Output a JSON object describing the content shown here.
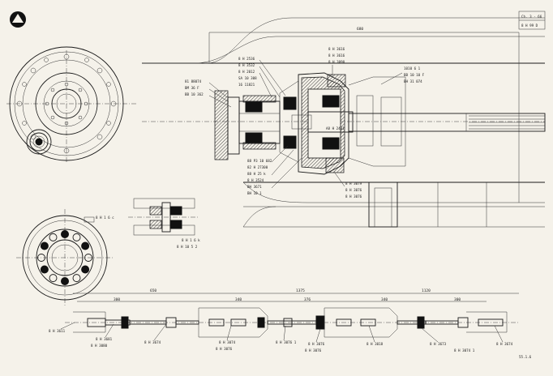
{
  "title_block": {
    "line1": "Ch. 3 · 66",
    "line2": "8 H 99 D"
  },
  "sheet_number": "55.1.6",
  "dimensions": {
    "overall_width": "680",
    "shaft_total": "1375",
    "shaft_a": "650",
    "shaft_b": "376",
    "shaft_c": "1120",
    "seg_1": "300",
    "seg_2": "340",
    "seg_3": "340",
    "seg_4": "300"
  },
  "callouts": {
    "left_upper": [
      "81 88074",
      "BM 36 F",
      "ВВ 10 362"
    ],
    "mid_upper": [
      "8 H 2536",
      "8 H 3532",
      "8 H 2012",
      "SA 10 308",
      "16 11821"
    ],
    "top_right": [
      "8 H 3616",
      "8 H 3616",
      "8 H 3090"
    ],
    "right_upper": [
      "1010 6 1",
      "BB 10 10 F",
      "ВН 31 074"
    ],
    "mid_lower": [
      "88 P3 10 682",
      "82 H 27300",
      "88 H 25 k",
      "8 H 3524",
      "BH 3671",
      "BH 10 1"
    ],
    "right_lower": [
      "8 H 3079",
      "8 H 3076",
      "8 H 3076"
    ],
    "center_label": "A8 H 2401",
    "detail": [
      "8 H 1 6 c",
      "8 H 1 6 k",
      "8 H 10 5 2"
    ],
    "shaft_bottom": [
      "8 H 3611",
      "8 H 3681",
      "8 H 3080",
      "8 H 3674",
      "8 H 3074",
      "8 H 3076",
      "8 H 3076 1",
      "8 H 3076",
      "8 H 3076",
      "8 H 3018",
      "8 H 3673",
      "8 H 3074 1",
      "8 H 3674"
    ]
  }
}
